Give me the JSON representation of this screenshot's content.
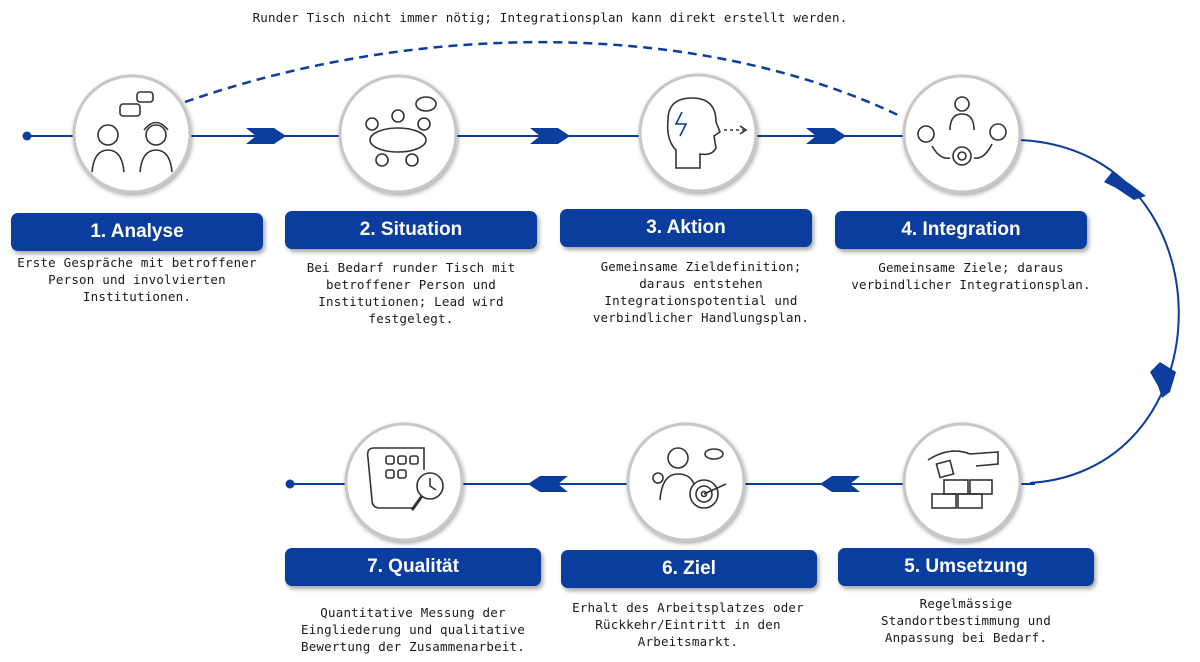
{
  "note": "Runder Tisch nicht immer nötig; Integrationsplan kann direkt erstellt werden.",
  "steps": [
    {
      "title": "1. Analyse",
      "icon": "two-people-speech-icon",
      "lines": [
        "Erste Gespräche mit betroffener",
        "Person und involvierten",
        "Institutionen."
      ]
    },
    {
      "title": "2. Situation",
      "icon": "round-table-discussion-icon",
      "lines": [
        "Bei Bedarf runder Tisch mit",
        "betroffener Person und",
        "Institutionen; Lead wird",
        "festgelegt."
      ]
    },
    {
      "title": "3. Aktion",
      "icon": "thinking-head-icon",
      "lines": [
        "Gemeinsame Zieldefinition;",
        "daraus entstehen",
        "Integrationspotential und",
        "verbindlicher Handlungsplan."
      ]
    },
    {
      "title": "4. Integration",
      "icon": "person-path-target-icon",
      "lines": [
        "Gemeinsame Ziele; daraus",
        "verbindlicher Integrationsplan."
      ]
    },
    {
      "title": "5. Umsetzung",
      "icon": "hand-building-blocks-icon",
      "lines": [
        "Regelmässige",
        "Standortbestimmung und",
        "Anpassung bei Bedarf."
      ]
    },
    {
      "title": "6. Ziel",
      "icon": "person-target-icon",
      "lines": [
        "Erhalt des Arbeitsplatzes oder",
        "Rückkehr/Eintritt in den",
        "Arbeitsmarkt."
      ]
    },
    {
      "title": "7. Qualität",
      "icon": "document-magnifier-icon",
      "lines": [
        "Quantitative Messung der",
        "Eingliederung und qualitative",
        "Bewertung der Zusammenarbeit."
      ]
    }
  ]
}
